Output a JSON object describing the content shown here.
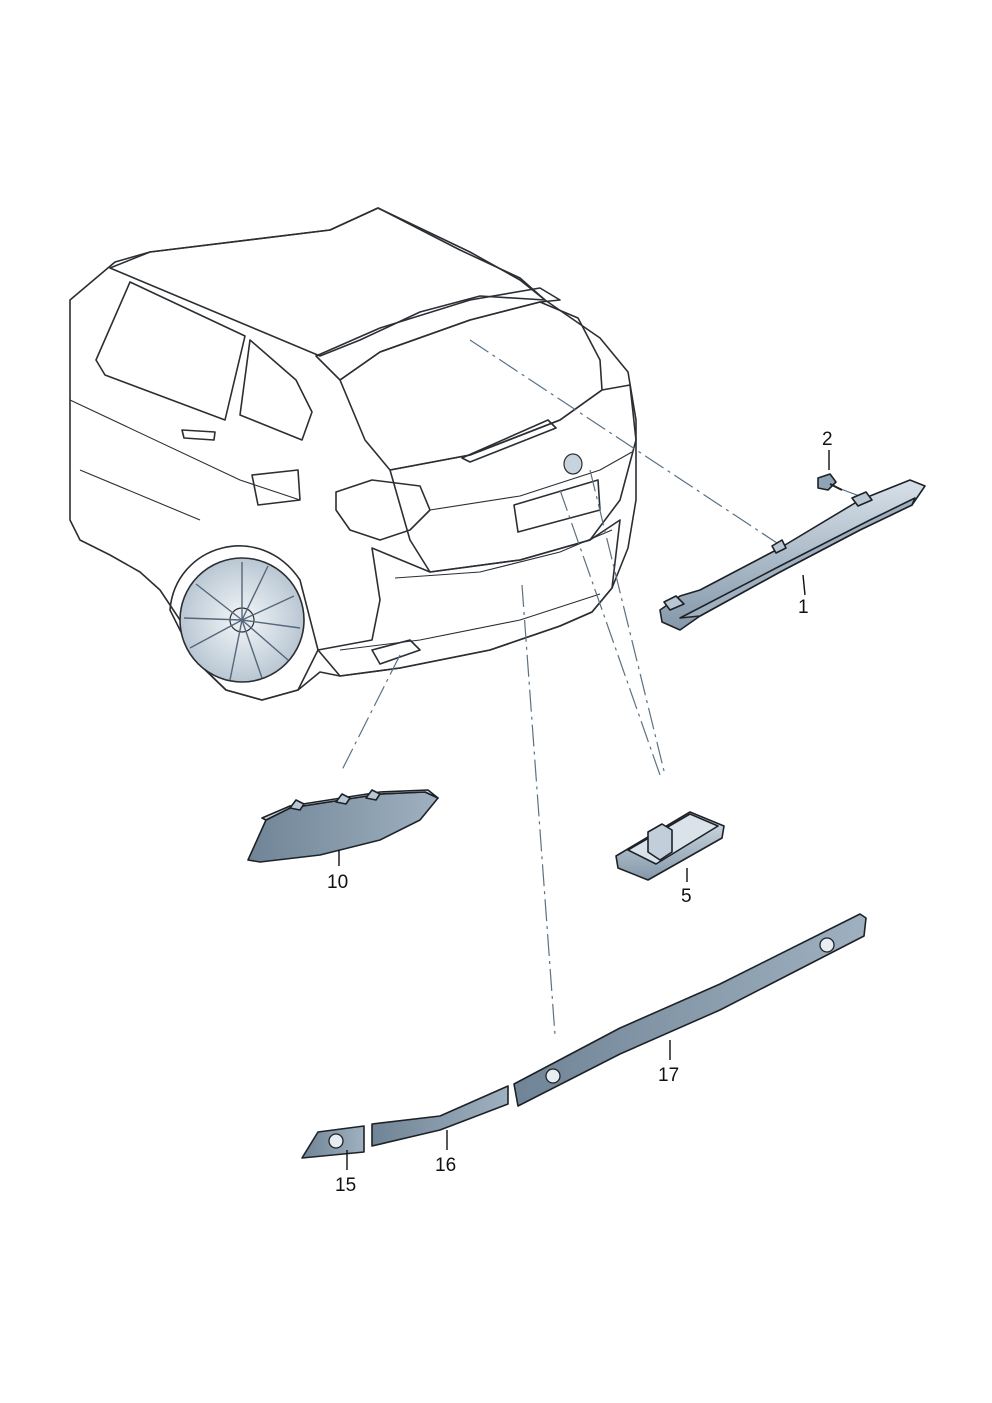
{
  "diagram": {
    "callouts": [
      {
        "id": "part-1",
        "label": "1"
      },
      {
        "id": "part-2",
        "label": "2"
      },
      {
        "id": "part-5",
        "label": "5"
      },
      {
        "id": "part-10",
        "label": "10"
      },
      {
        "id": "part-15",
        "label": "15"
      },
      {
        "id": "part-16",
        "label": "16"
      },
      {
        "id": "part-17",
        "label": "17"
      }
    ],
    "colors": {
      "car_fill": "#e8edf1",
      "glass": "#aebfce",
      "glass_dark": "#8ea3b6",
      "part_dark": "#7f93a3",
      "part_light": "#c9d5df",
      "dash": "#5a7186"
    }
  }
}
